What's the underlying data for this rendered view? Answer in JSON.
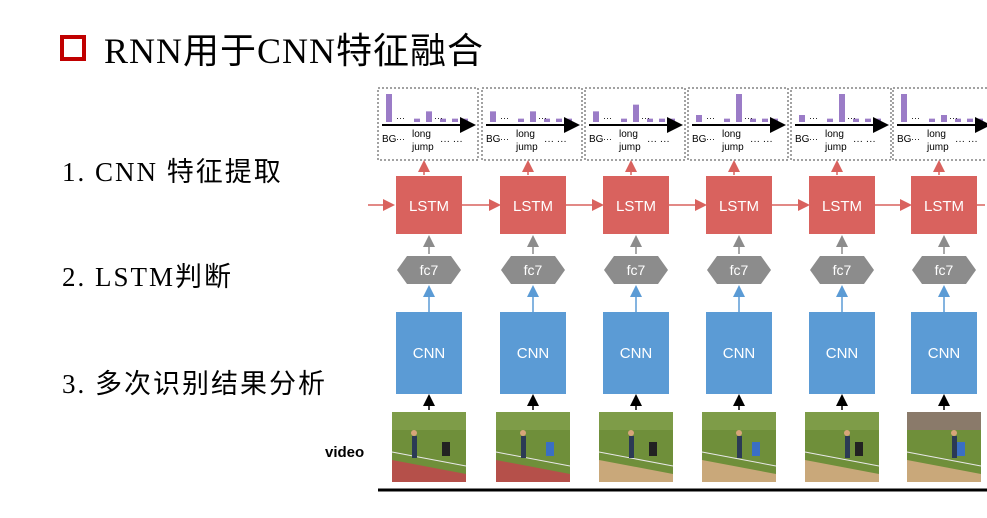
{
  "title": "RNN用于CNN特征融合",
  "accent_color": "#c00000",
  "steps": [
    "1. CNN 特征提取",
    "2. LSTM判断",
    "3. 多次识别结果分析"
  ],
  "diagram": {
    "input_label": "video",
    "cnn_label": "CNN",
    "fc_label": "fc7",
    "lstm_label": "LSTM",
    "class_labels": {
      "bg": "BG",
      "dots": "···",
      "long": "long",
      "jump": "jump",
      "tail": "··· ···"
    },
    "colors": {
      "lstm": "#d9625e",
      "cnn": "#5b9bd5",
      "fc": "#8c8c8c",
      "bars": "#9b7cc7",
      "arrow_red": "#d9625e",
      "arrow_blue": "#5b9bd5"
    },
    "frames": [
      {
        "bars": [
          1.0,
          0.12,
          0.38,
          0.12,
          0.12,
          0.12
        ]
      },
      {
        "bars": [
          0.38,
          0.12,
          0.38,
          0.12,
          0.12,
          0.12
        ]
      },
      {
        "bars": [
          0.38,
          0.12,
          0.62,
          0.12,
          0.12,
          0.12
        ]
      },
      {
        "bars": [
          0.25,
          0.12,
          1.0,
          0.12,
          0.12,
          0.12
        ]
      },
      {
        "bars": [
          0.25,
          0.12,
          1.0,
          0.12,
          0.12,
          0.12
        ]
      },
      {
        "bars": [
          1.0,
          0.12,
          0.25,
          0.12,
          0.12,
          0.12
        ]
      }
    ]
  }
}
